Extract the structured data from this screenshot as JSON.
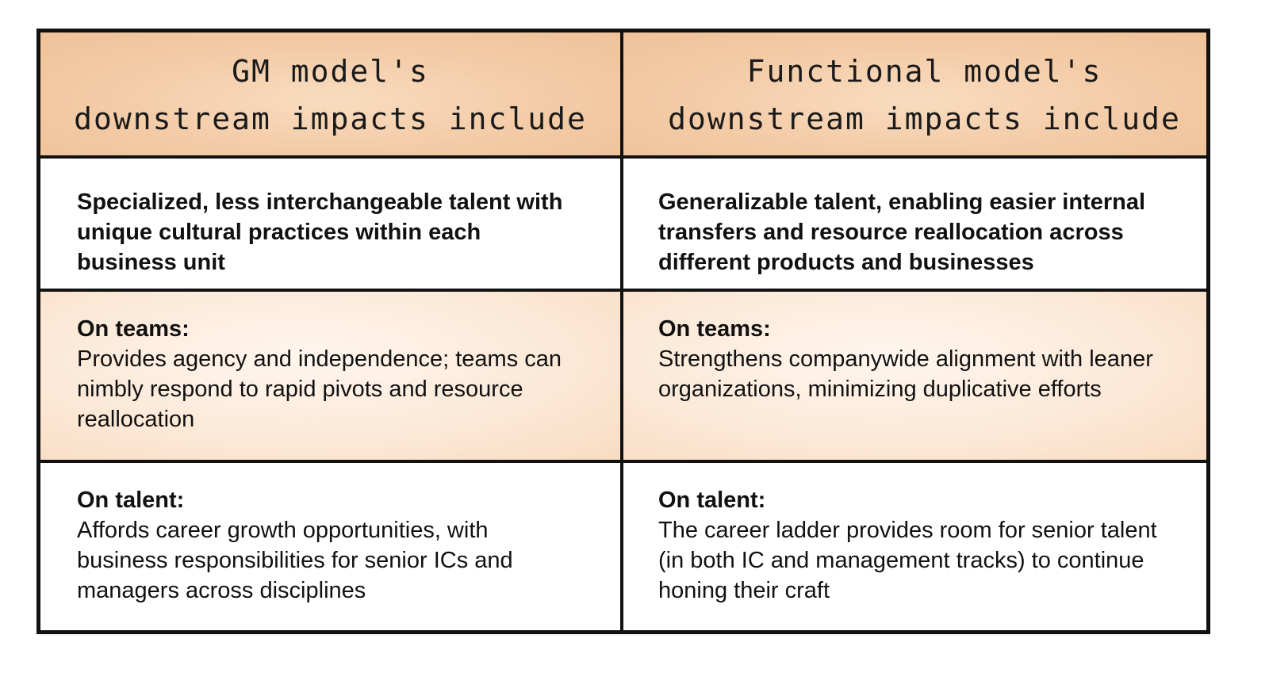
{
  "columns": [
    {
      "header": "GM model's\ndownstream impacts include",
      "summary": "Specialized, less interchangeable talent with unique cultural practices within each business unit",
      "teams_label": "On teams:",
      "teams_text": "Provides agency and independence; teams can nimbly respond to rapid pivots and resource reallocation",
      "talent_label": "On talent:",
      "talent_text": "Affords career growth opportunities, with business responsibilities for senior ICs and managers across disciplines"
    },
    {
      "header": "Functional model's\ndownstream impacts include",
      "summary": "Generalizable talent, enabling easier internal transfers and resource reallocation across different products and businesses",
      "teams_label": "On teams:",
      "teams_text": "Strengthens companywide alignment with leaner organizations, minimizing duplicative efforts",
      "talent_label": "On talent:",
      "talent_text": "The career ladder provides room for senior talent (in both IC and management tracks) to continue honing their craft"
    }
  ],
  "colors": {
    "header_fill": "#f3cba6",
    "teams_row_fill": "#fce8d6",
    "border": "#111111"
  }
}
